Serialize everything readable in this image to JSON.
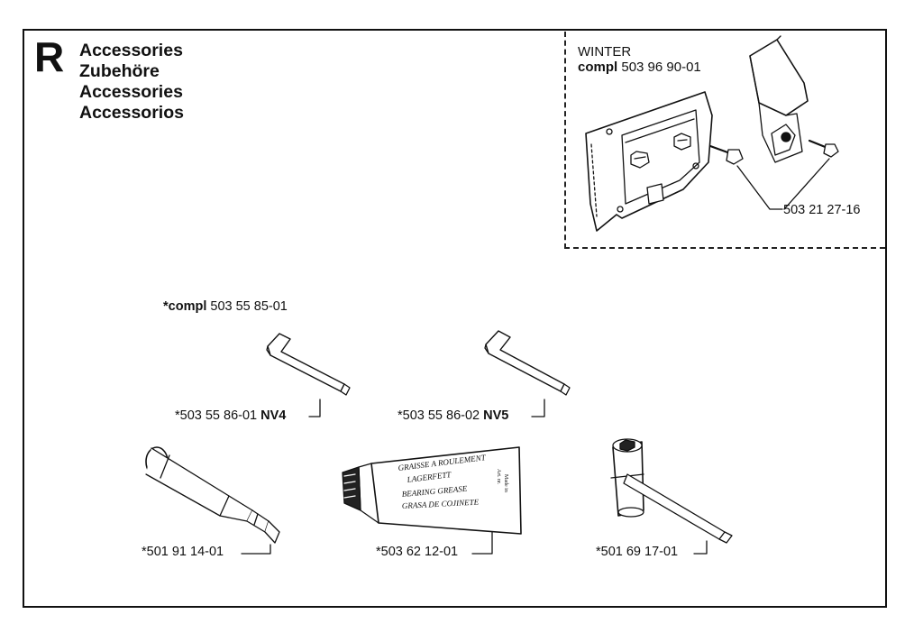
{
  "section_letter": "R",
  "titles": [
    "Accessories",
    "Zubehöre",
    "Accessories",
    "Accessorios"
  ],
  "winter_kit": {
    "heading": "WINTER",
    "compl_word": "compl",
    "compl_part": "503 96 90-01",
    "screw_part": "503 21 27-16"
  },
  "hex_key_set": {
    "compl_word": "*compl",
    "compl_part": "503 55 85-01"
  },
  "parts": {
    "key_nv4": {
      "number": "*503 55 86-01",
      "suffix": "NV4"
    },
    "key_nv5": {
      "number": "*503 55 86-02",
      "suffix": "NV5"
    },
    "grease_gun": {
      "number": "*501 91 14-01"
    },
    "grease_tube": {
      "number": "*503 62 12-01"
    },
    "plug_spanner": {
      "number": "*501 69 17-01"
    }
  },
  "tube_label_lines": [
    "GRAISSE A ROULEMENT",
    "LAGERFETT",
    "BEARING GREASE",
    "GRASA DE COJINETE"
  ],
  "tube_side_text": [
    "Art. nr.",
    "Made in"
  ]
}
